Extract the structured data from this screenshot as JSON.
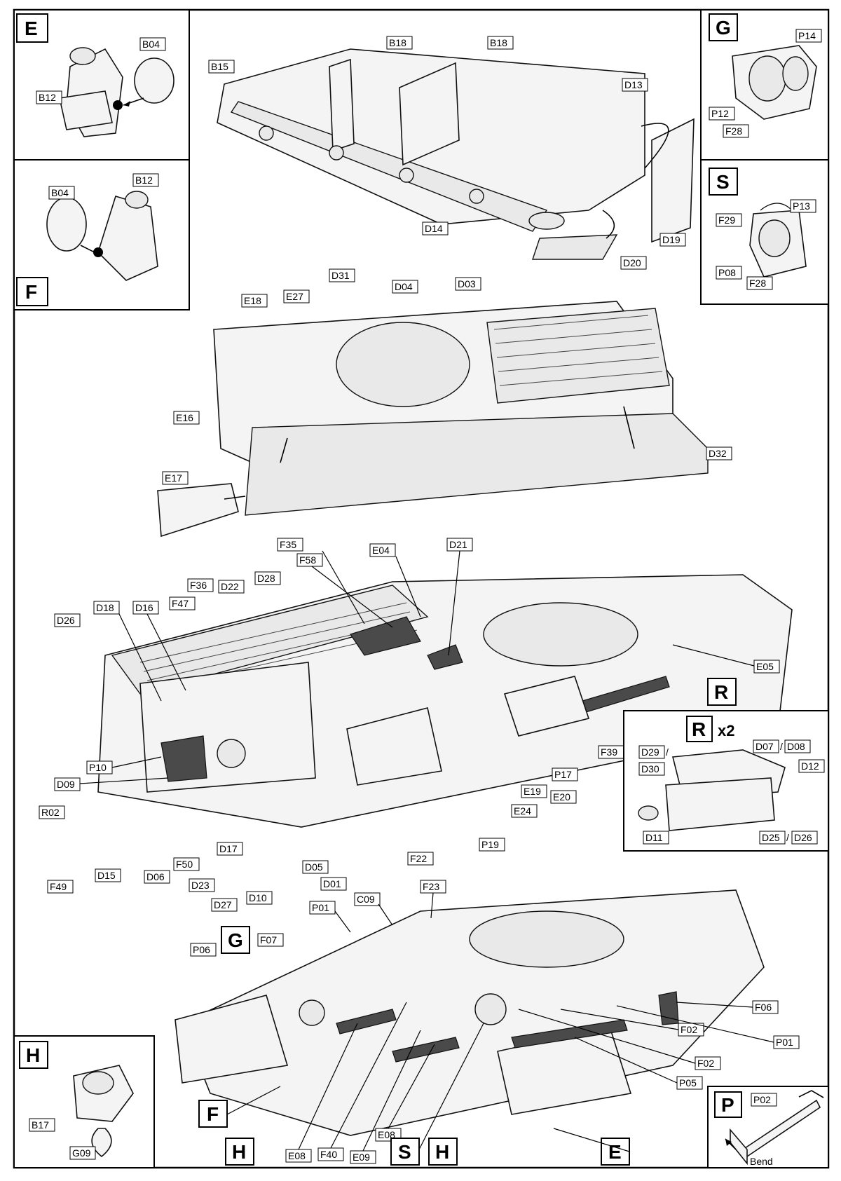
{
  "callouts": {
    "E": {
      "letter": "E",
      "parts": [
        "B04",
        "B12"
      ]
    },
    "F": {
      "letter": "F",
      "parts": [
        "B04",
        "B12"
      ]
    },
    "G": {
      "letter": "G",
      "parts": [
        "P14",
        "P12",
        "F28"
      ]
    },
    "S": {
      "letter": "S",
      "parts": [
        "F29",
        "P13",
        "P08",
        "F28"
      ]
    },
    "R": {
      "letter": "R",
      "multiplier": "x2",
      "parts": [
        "D29",
        "D30",
        "D07",
        "D08",
        "D12",
        "D11",
        "D25",
        "D26"
      ],
      "separator": "/"
    },
    "H": {
      "letter": "H",
      "parts": [
        "B17",
        "G09"
      ]
    },
    "P": {
      "letter": "P",
      "parts": [
        "P02"
      ],
      "note": "Bend"
    }
  },
  "step1_labels": [
    "B15",
    "B18",
    "B18",
    "D13",
    "D14",
    "D19",
    "D20"
  ],
  "step2_labels": [
    "D31",
    "D04",
    "D03",
    "E18",
    "E27",
    "E16",
    "D32",
    "E17"
  ],
  "step3_labels": [
    "F35",
    "F58",
    "E04",
    "D21",
    "F36",
    "D22",
    "D28",
    "D18",
    "D16",
    "F47",
    "D26",
    "E05",
    "R",
    "P10",
    "D09",
    "R02",
    "F49",
    "D15",
    "D06",
    "F50",
    "D23",
    "D17",
    "D27",
    "D10",
    "D05",
    "D01",
    "F22",
    "P19",
    "E24",
    "E19",
    "E20",
    "P17",
    "F39"
  ],
  "step4_labels": [
    "P01",
    "C09",
    "F23",
    "F07",
    "G",
    "P06",
    "F06",
    "F02",
    "P01",
    "F02",
    "P05",
    "F",
    "H",
    "E08",
    "F40",
    "E09",
    "E08",
    "S",
    "H",
    "E"
  ]
}
